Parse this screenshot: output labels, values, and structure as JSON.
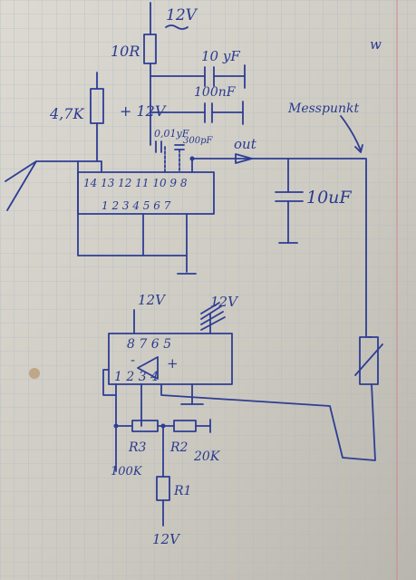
{
  "supply": {
    "top": "12V",
    "opamp_pos": "12V",
    "opamp_neg": "12V",
    "bottom": "12V"
  },
  "resistors": {
    "r_top": "10R",
    "r_pot": "4,7K",
    "r3": "R3",
    "r3_value": "100K",
    "r2": "R2",
    "r2_value": "20K",
    "r1": "R1"
  },
  "capacitors": {
    "c1": "10 yF",
    "c2": "100nF",
    "c3": "0,01yF",
    "c4": "300pF",
    "c_out": "10uF"
  },
  "labels": {
    "plus_12v": "+ 12V",
    "out": "out",
    "messpunkt": "Messpunkt",
    "corner_mark": "w"
  },
  "ic1": {
    "top_pins": "14 13 12 11 10 9 8",
    "bottom_pins": "1 2 3 4 5 6 7"
  },
  "ic2": {
    "top_pins": "8 7 6 5",
    "bottom_pins": "1 2 3 4",
    "plus": "+",
    "minus": "-"
  }
}
